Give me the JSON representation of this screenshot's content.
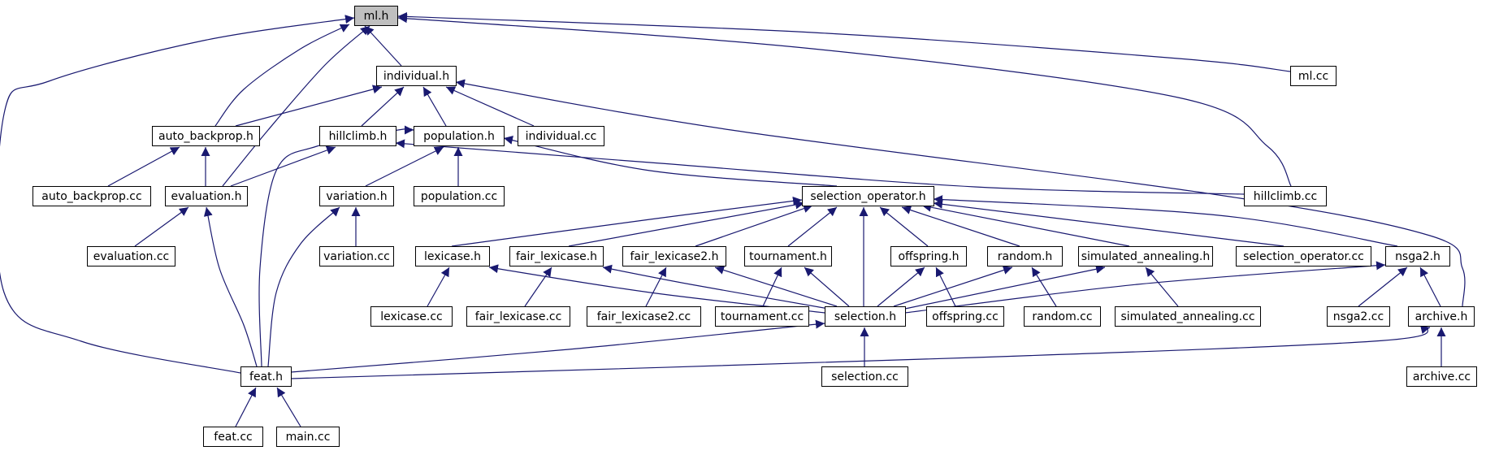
{
  "diagram": {
    "type": "include-dependency-graph",
    "edge_color": "#191970",
    "root_fill": "#bfbfbf",
    "root": "ml_h",
    "nodes": [
      {
        "id": "ml_h",
        "label": "ml.h"
      },
      {
        "id": "individual_h",
        "label": "individual.h"
      },
      {
        "id": "ml_cc",
        "label": "ml.cc"
      },
      {
        "id": "auto_backprop_h",
        "label": "auto_backprop.h"
      },
      {
        "id": "hillclimb_h",
        "label": "hillclimb.h"
      },
      {
        "id": "population_h",
        "label": "population.h"
      },
      {
        "id": "individual_cc",
        "label": "individual.cc"
      },
      {
        "id": "auto_backprop_cc",
        "label": "auto_backprop.cc"
      },
      {
        "id": "evaluation_h",
        "label": "evaluation.h"
      },
      {
        "id": "variation_h",
        "label": "variation.h"
      },
      {
        "id": "population_cc",
        "label": "population.cc"
      },
      {
        "id": "selection_operator_h",
        "label": "selection_operator.h"
      },
      {
        "id": "hillclimb_cc",
        "label": "hillclimb.cc"
      },
      {
        "id": "evaluation_cc",
        "label": "evaluation.cc"
      },
      {
        "id": "variation_cc",
        "label": "variation.cc"
      },
      {
        "id": "lexicase_h",
        "label": "lexicase.h"
      },
      {
        "id": "fair_lexicase_h",
        "label": "fair_lexicase.h"
      },
      {
        "id": "fair_lexicase2_h",
        "label": "fair_lexicase2.h"
      },
      {
        "id": "tournament_h",
        "label": "tournament.h"
      },
      {
        "id": "offspring_h",
        "label": "offspring.h"
      },
      {
        "id": "random_h",
        "label": "random.h"
      },
      {
        "id": "simulated_annealing_h",
        "label": "simulated_annealing.h"
      },
      {
        "id": "selection_operator_cc",
        "label": "selection_operator.cc"
      },
      {
        "id": "nsga2_h",
        "label": "nsga2.h"
      },
      {
        "id": "lexicase_cc",
        "label": "lexicase.cc"
      },
      {
        "id": "fair_lexicase_cc",
        "label": "fair_lexicase.cc"
      },
      {
        "id": "fair_lexicase2_cc",
        "label": "fair_lexicase2.cc"
      },
      {
        "id": "tournament_cc",
        "label": "tournament.cc"
      },
      {
        "id": "selection_h",
        "label": "selection.h"
      },
      {
        "id": "offspring_cc",
        "label": "offspring.cc"
      },
      {
        "id": "random_cc",
        "label": "random.cc"
      },
      {
        "id": "simulated_annealing_cc",
        "label": "simulated_annealing.cc"
      },
      {
        "id": "nsga2_cc",
        "label": "nsga2.cc"
      },
      {
        "id": "archive_h",
        "label": "archive.h"
      },
      {
        "id": "feat_h",
        "label": "feat.h"
      },
      {
        "id": "selection_cc",
        "label": "selection.cc"
      },
      {
        "id": "archive_cc",
        "label": "archive.cc"
      },
      {
        "id": "feat_cc",
        "label": "feat.cc"
      },
      {
        "id": "main_cc",
        "label": "main.cc"
      }
    ],
    "edges": [
      {
        "from": "individual_h",
        "to": "ml_h"
      },
      {
        "from": "ml_cc",
        "to": "ml_h"
      },
      {
        "from": "auto_backprop_h",
        "to": "ml_h"
      },
      {
        "from": "evaluation_h",
        "to": "ml_h"
      },
      {
        "from": "hillclimb_cc",
        "to": "ml_h"
      },
      {
        "from": "feat_h",
        "to": "ml_h"
      },
      {
        "from": "auto_backprop_h",
        "to": "individual_h"
      },
      {
        "from": "hillclimb_h",
        "to": "individual_h"
      },
      {
        "from": "population_h",
        "to": "individual_h"
      },
      {
        "from": "individual_cc",
        "to": "individual_h"
      },
      {
        "from": "archive_h",
        "to": "individual_h"
      },
      {
        "from": "auto_backprop_cc",
        "to": "auto_backprop_h"
      },
      {
        "from": "evaluation_h",
        "to": "auto_backprop_h"
      },
      {
        "from": "evaluation_h",
        "to": "hillclimb_h"
      },
      {
        "from": "hillclimb_cc",
        "to": "hillclimb_h"
      },
      {
        "from": "feat_h",
        "to": "population_h"
      },
      {
        "from": "variation_h",
        "to": "population_h"
      },
      {
        "from": "population_cc",
        "to": "population_h"
      },
      {
        "from": "selection_operator_h",
        "to": "population_h"
      },
      {
        "from": "evaluation_cc",
        "to": "evaluation_h"
      },
      {
        "from": "feat_h",
        "to": "evaluation_h"
      },
      {
        "from": "variation_cc",
        "to": "variation_h"
      },
      {
        "from": "feat_h",
        "to": "variation_h"
      },
      {
        "from": "lexicase_h",
        "to": "selection_operator_h"
      },
      {
        "from": "fair_lexicase_h",
        "to": "selection_operator_h"
      },
      {
        "from": "fair_lexicase2_h",
        "to": "selection_operator_h"
      },
      {
        "from": "tournament_h",
        "to": "selection_operator_h"
      },
      {
        "from": "selection_h",
        "to": "selection_operator_h"
      },
      {
        "from": "offspring_h",
        "to": "selection_operator_h"
      },
      {
        "from": "random_h",
        "to": "selection_operator_h"
      },
      {
        "from": "simulated_annealing_h",
        "to": "selection_operator_h"
      },
      {
        "from": "selection_operator_cc",
        "to": "selection_operator_h"
      },
      {
        "from": "nsga2_h",
        "to": "selection_operator_h"
      },
      {
        "from": "lexicase_cc",
        "to": "lexicase_h"
      },
      {
        "from": "selection_h",
        "to": "lexicase_h"
      },
      {
        "from": "fair_lexicase_cc",
        "to": "fair_lexicase_h"
      },
      {
        "from": "selection_h",
        "to": "fair_lexicase_h"
      },
      {
        "from": "fair_lexicase2_cc",
        "to": "fair_lexicase2_h"
      },
      {
        "from": "selection_h",
        "to": "fair_lexicase2_h"
      },
      {
        "from": "tournament_cc",
        "to": "tournament_h"
      },
      {
        "from": "selection_h",
        "to": "tournament_h"
      },
      {
        "from": "selection_h",
        "to": "offspring_h"
      },
      {
        "from": "offspring_cc",
        "to": "offspring_h"
      },
      {
        "from": "selection_h",
        "to": "random_h"
      },
      {
        "from": "random_cc",
        "to": "random_h"
      },
      {
        "from": "selection_h",
        "to": "simulated_annealing_h"
      },
      {
        "from": "simulated_annealing_cc",
        "to": "simulated_annealing_h"
      },
      {
        "from": "selection_h",
        "to": "nsga2_h"
      },
      {
        "from": "nsga2_cc",
        "to": "nsga2_h"
      },
      {
        "from": "archive_h",
        "to": "nsga2_h"
      },
      {
        "from": "feat_h",
        "to": "selection_h"
      },
      {
        "from": "selection_cc",
        "to": "selection_h"
      },
      {
        "from": "feat_h",
        "to": "archive_h"
      },
      {
        "from": "archive_cc",
        "to": "archive_h"
      },
      {
        "from": "feat_cc",
        "to": "feat_h"
      },
      {
        "from": "main_cc",
        "to": "feat_h"
      }
    ]
  }
}
